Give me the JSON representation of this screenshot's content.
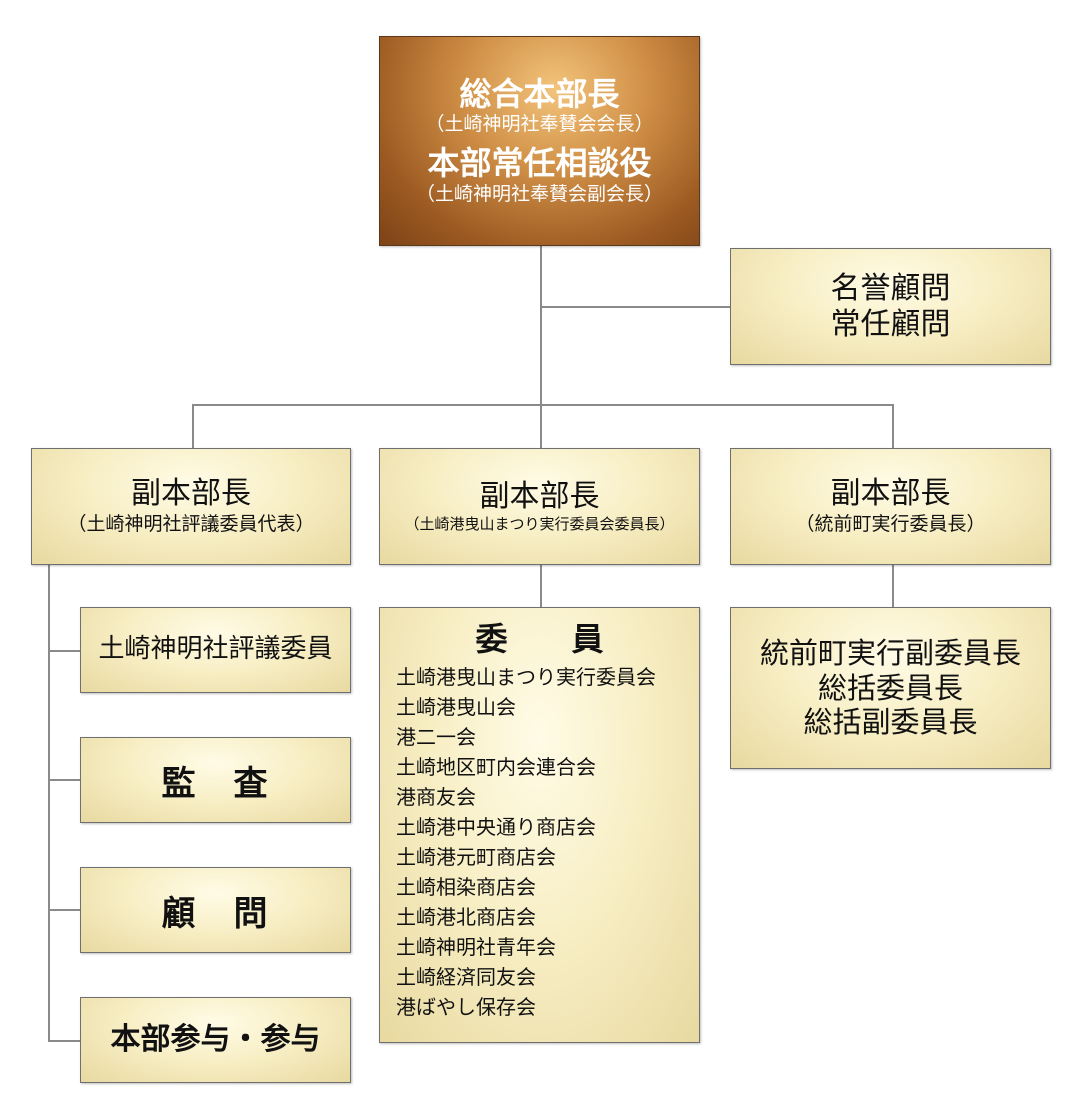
{
  "top": {
    "title1": "総合本部長",
    "sub1": "（土崎神明社奉賛会会長）",
    "title2": "本部常任相談役",
    "sub2": "（土崎神明社奉賛会副会長）"
  },
  "advisors": {
    "line1": "名誉顧問",
    "line2": "常任顧問"
  },
  "vice_left": {
    "title": "副本部長",
    "sub": "（土崎神明社評議委員代表）"
  },
  "vice_center": {
    "title": "副本部長",
    "sub": "（土崎港曳山まつり実行委員会委員長）"
  },
  "vice_right": {
    "title": "副本部長",
    "sub": "（統前町実行委員長）"
  },
  "left_children": [
    "土崎神明社評議委員",
    "監　査",
    "顧　問",
    "本部参与・参与"
  ],
  "members": {
    "title": "委　　員",
    "items": [
      "土崎港曳山まつり実行委員会",
      "土崎港曳山会",
      "港二一会",
      "土崎地区町内会連合会",
      "港商友会",
      "土崎港中央通り商店会",
      "土崎港元町商店会",
      "土崎相染商店会",
      "土崎港北商店会",
      "土崎神明社青年会",
      "土崎経済同友会",
      "港ばやし保存会"
    ]
  },
  "right_child": {
    "line1": "統前町実行副委員長",
    "line2": "総括委員長",
    "line3": "総括副委員長"
  }
}
